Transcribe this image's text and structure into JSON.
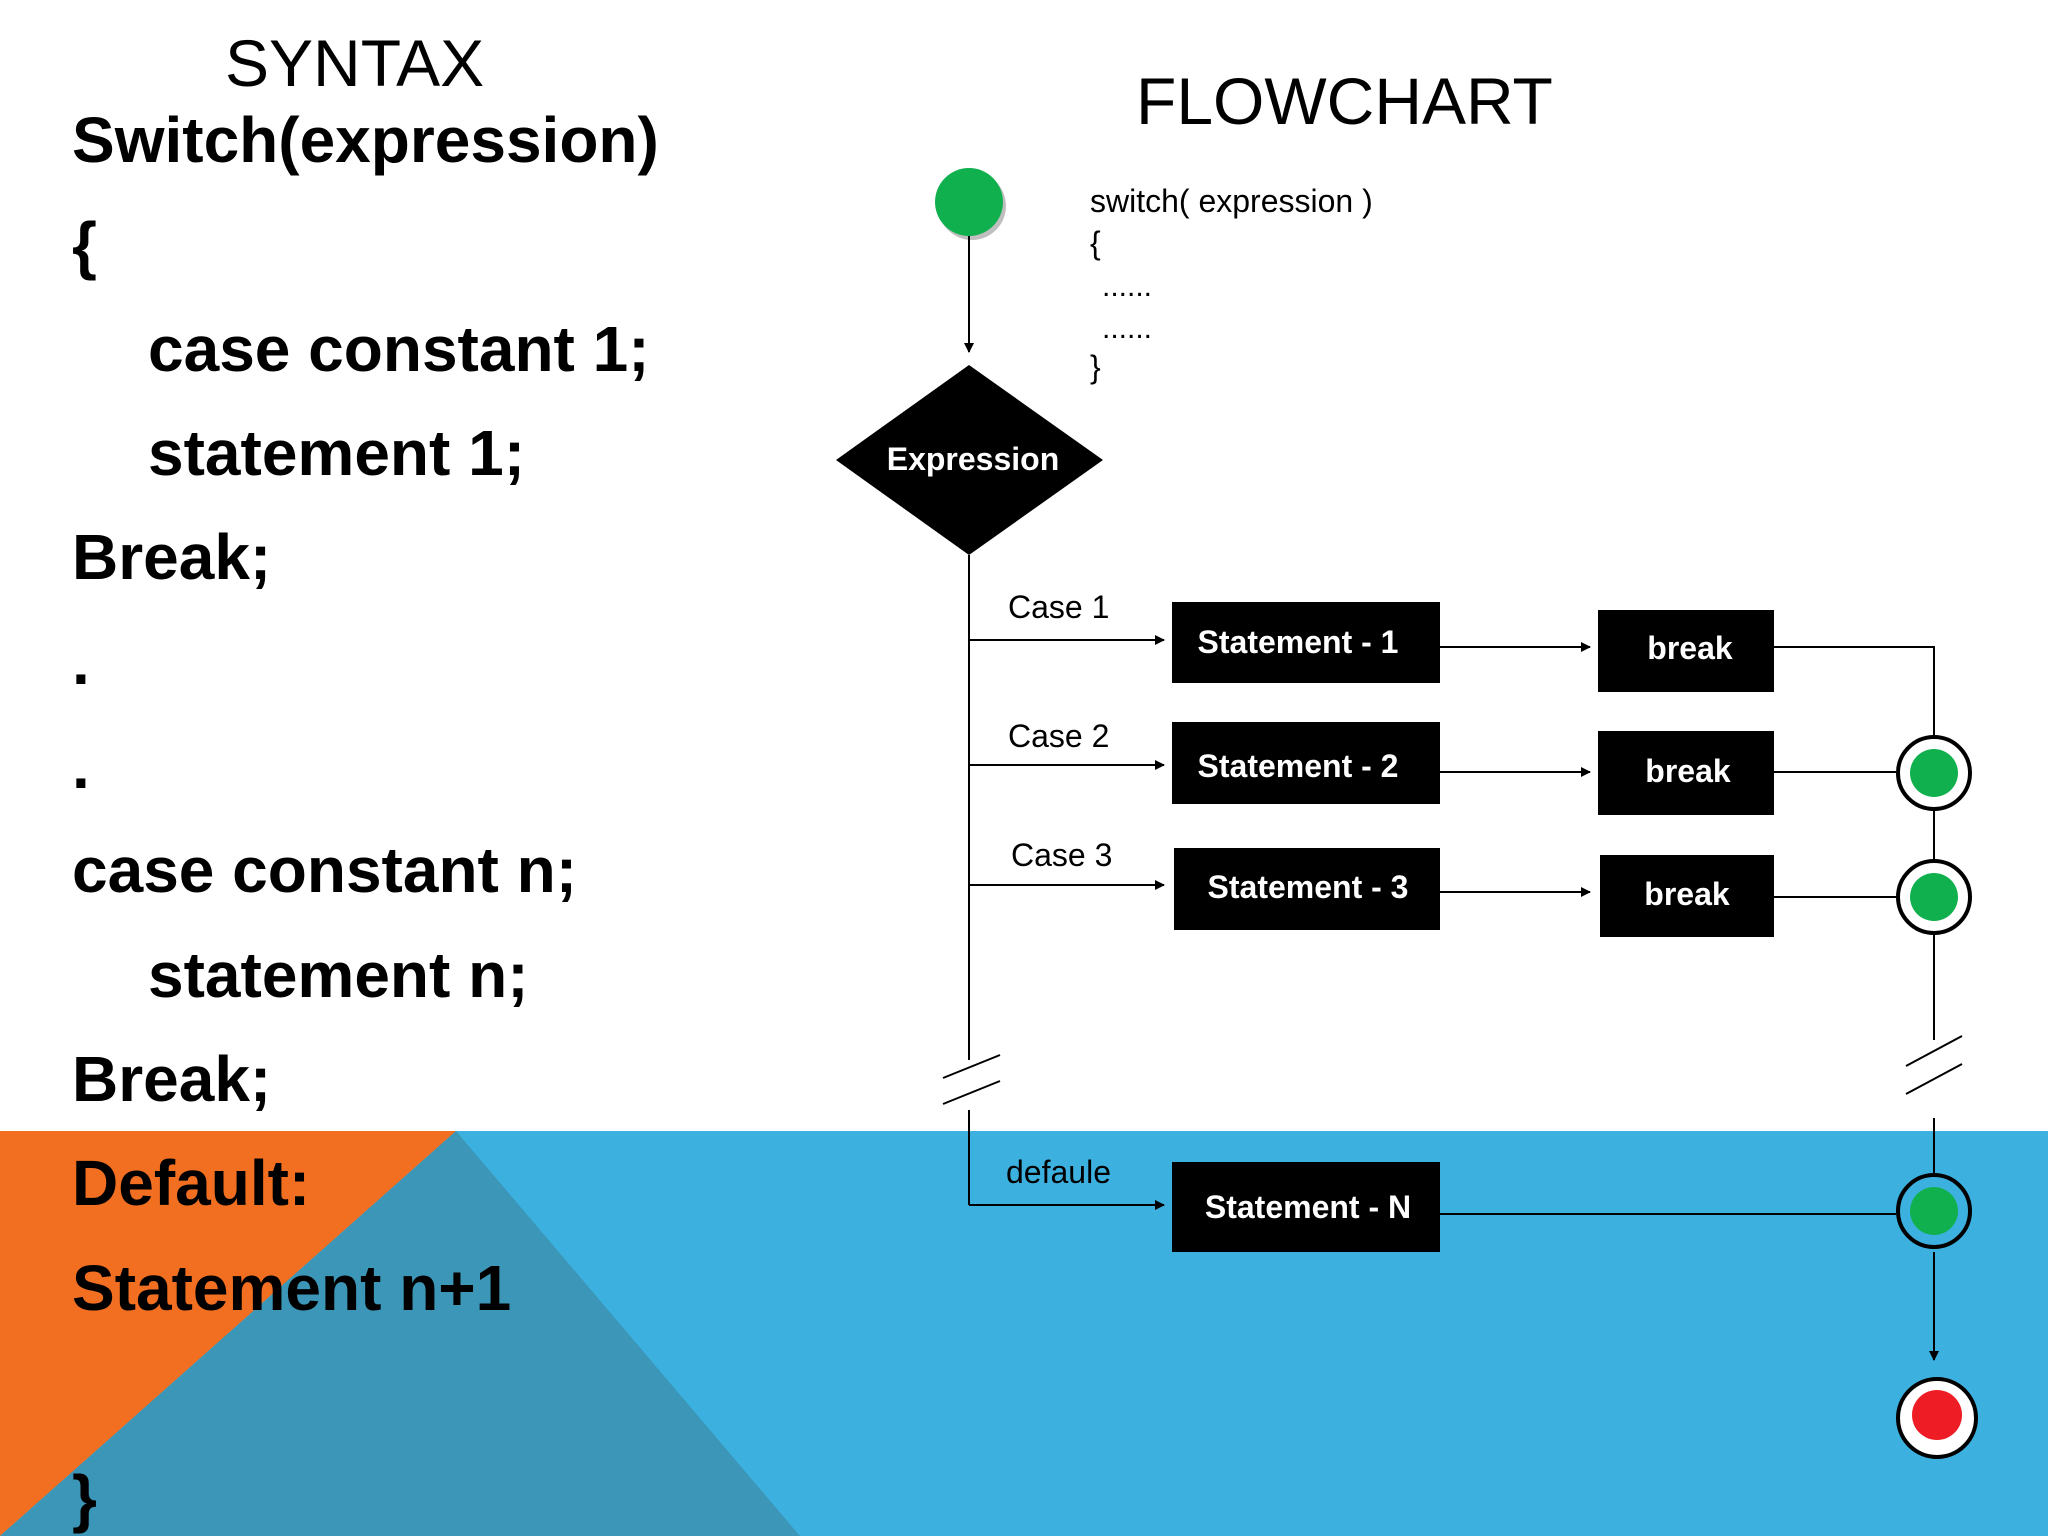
{
  "colors": {
    "accent_blue": "#3CB1E0",
    "accent_orange": "#F26F21",
    "accent_overlap": "#3C96B8",
    "node_green": "#11B04F",
    "node_red": "#EE1C24"
  },
  "titles": {
    "syntax": "SYNTAX",
    "flowchart": "FLOWCHART"
  },
  "syntax_lines": [
    "Switch(expression)",
    "{",
    "case constant 1;",
    "statement 1;",
    "Break;",
    ".",
    ".",
    "case constant n;",
    "statement n;",
    "Break;",
    "Default:",
    "Statement n+1",
    "}"
  ],
  "flowchart": {
    "code_snippet": [
      "switch( expression )",
      "{",
      "......",
      "......",
      "}"
    ],
    "decision": "Expression",
    "cases": [
      {
        "label": "Case 1",
        "statement": "Statement - 1",
        "break": "break"
      },
      {
        "label": "Case 2",
        "statement": "Statement - 2",
        "break": "break"
      },
      {
        "label": "Case 3",
        "statement": "Statement - 3",
        "break": "break"
      }
    ],
    "default": {
      "label": "defaule",
      "statement": "Statement - N"
    },
    "icons": [
      "start-node-icon",
      "merge-node-icon",
      "end-node-icon",
      "line-break-icon"
    ]
  }
}
